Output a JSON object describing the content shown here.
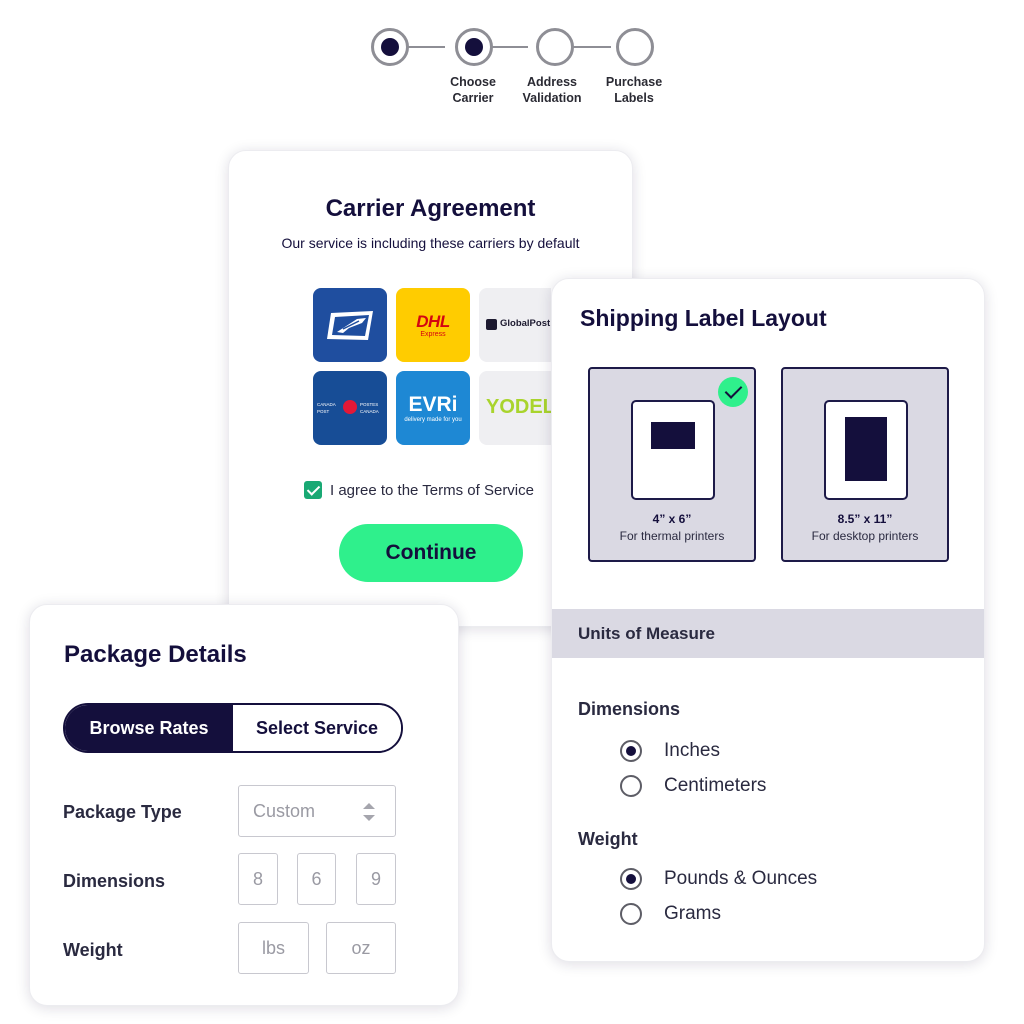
{
  "stepper": {
    "steps": [
      {
        "label": "",
        "state": "done"
      },
      {
        "label": "Choose Carrier",
        "state": "done"
      },
      {
        "label": "Address Validation",
        "state": "pending"
      },
      {
        "label": "Purchase Labels",
        "state": "pending"
      }
    ]
  },
  "carrier_agreement": {
    "title": "Carrier Agreement",
    "subtitle": "Our service is including these carriers by default",
    "carriers": [
      {
        "name": "USPS",
        "icon": "usps-eagle-icon",
        "bg": "#1f4e9f"
      },
      {
        "name": "DHL",
        "logo_text": "DHL",
        "logo_subtext": "Express",
        "bg": "#ffcc00"
      },
      {
        "name": "GlobalPost",
        "logo_text": "GlobalPost",
        "bg": "#efeff2"
      },
      {
        "name": "Canada Post",
        "logo_text_left": "CANADA POST",
        "logo_text_right": "POSTES CANADA",
        "bg": "#174d96"
      },
      {
        "name": "Evri",
        "logo_text": "EVRi",
        "logo_subtext": "delivery made for you",
        "bg": "#1e88d4"
      },
      {
        "name": "Yodel",
        "logo_text": "YODEL",
        "bg": "#efeff2"
      }
    ],
    "agree_checked": true,
    "agree_label": "I agree to the Terms of Service",
    "continue_label": "Continue"
  },
  "label_layout": {
    "title": "Shipping Label Layout",
    "options": [
      {
        "size": "4” x 6”",
        "desc": "For thermal printers",
        "selected": true
      },
      {
        "size": "8.5” x 11”",
        "desc": "For desktop printers",
        "selected": false
      }
    ],
    "units_title": "Units of Measure",
    "dimensions": {
      "label": "Dimensions",
      "options": [
        {
          "label": "Inches",
          "selected": true
        },
        {
          "label": "Centimeters",
          "selected": false
        }
      ]
    },
    "weight": {
      "label": "Weight",
      "options": [
        {
          "label": "Pounds & Ounces",
          "selected": true
        },
        {
          "label": "Grams",
          "selected": false
        }
      ]
    }
  },
  "package_details": {
    "title": "Package Details",
    "segments": [
      {
        "label": "Browse Rates",
        "active": true
      },
      {
        "label": "Select Service",
        "active": false
      }
    ],
    "package_type_label": "Package Type",
    "package_type_value": "Custom",
    "dimensions_label": "Dimensions",
    "dimensions_values": [
      "8",
      "6",
      "9"
    ],
    "weight_label": "Weight",
    "weight_placeholders": [
      "lbs",
      "oz"
    ]
  },
  "colors": {
    "navy": "#140f3c",
    "accent_green": "#2ff08c",
    "check_green": "#19a974",
    "panel_gray": "#dad9e3"
  }
}
